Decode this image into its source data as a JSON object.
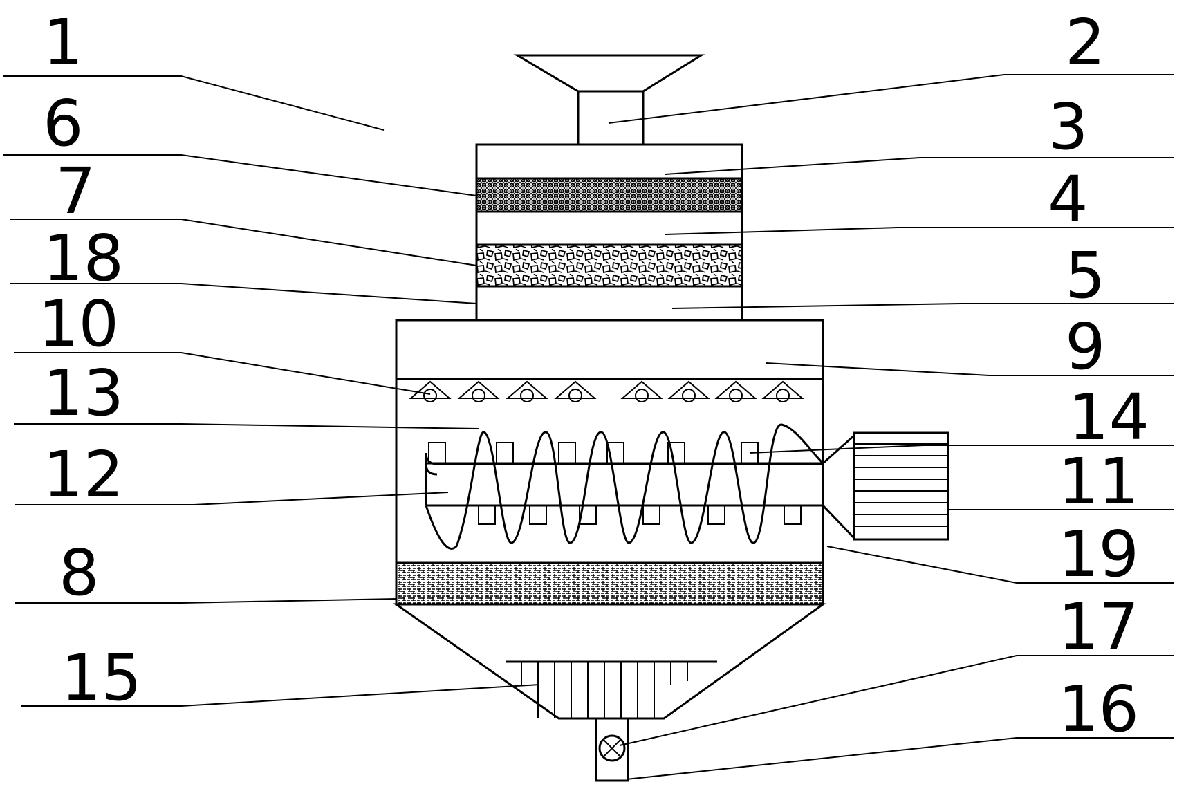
{
  "callouts": [
    {
      "id": "1",
      "text": "1"
    },
    {
      "id": "2",
      "text": "2"
    },
    {
      "id": "3",
      "text": "3"
    },
    {
      "id": "4",
      "text": "4"
    },
    {
      "id": "5",
      "text": "5"
    },
    {
      "id": "6",
      "text": "6"
    },
    {
      "id": "7",
      "text": "7"
    },
    {
      "id": "8",
      "text": "8"
    },
    {
      "id": "9",
      "text": "9"
    },
    {
      "id": "10",
      "text": "10"
    },
    {
      "id": "11",
      "text": "11"
    },
    {
      "id": "12",
      "text": "12"
    },
    {
      "id": "13",
      "text": "13"
    },
    {
      "id": "14",
      "text": "14"
    },
    {
      "id": "15",
      "text": "15"
    },
    {
      "id": "16",
      "text": "16"
    },
    {
      "id": "17",
      "text": "17"
    },
    {
      "id": "18",
      "text": "18"
    },
    {
      "id": "19",
      "text": "19"
    }
  ],
  "colors": {
    "ink": "#000000",
    "paper": "#ffffff"
  }
}
